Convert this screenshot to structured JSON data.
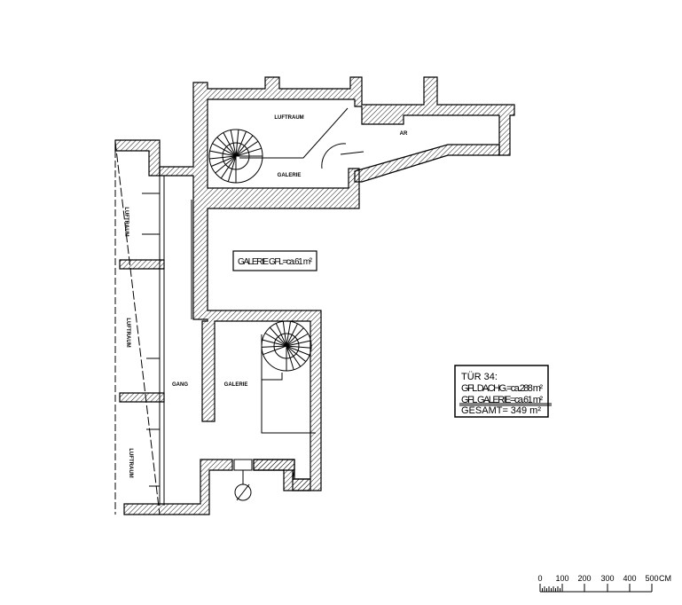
{
  "plan": {
    "rooms": {
      "luftraum_top": "LUFTRAUM",
      "galerie_top": "GALERIE",
      "ar": "AR",
      "luftraum_left_1": "LUFTRAUM",
      "luftraum_left_2": "LUFTRAUM",
      "luftraum_left_3": "LUFTRAUM",
      "gang": "GANG",
      "galerie_bottom": "GALERIE"
    },
    "area_label": "GALERIE GFL=ca.61 m²"
  },
  "summary": {
    "title": "TÜR 34:",
    "line1": "GFL DACHG.=ca.288 m²",
    "line2": "GFL GALERIE=ca.61 m²",
    "total_label": "GESAMT=",
    "total_value": "349 m²"
  },
  "scale_bar": {
    "ticks": [
      "0",
      "100",
      "200",
      "300",
      "400",
      "500"
    ],
    "unit": "CM"
  }
}
